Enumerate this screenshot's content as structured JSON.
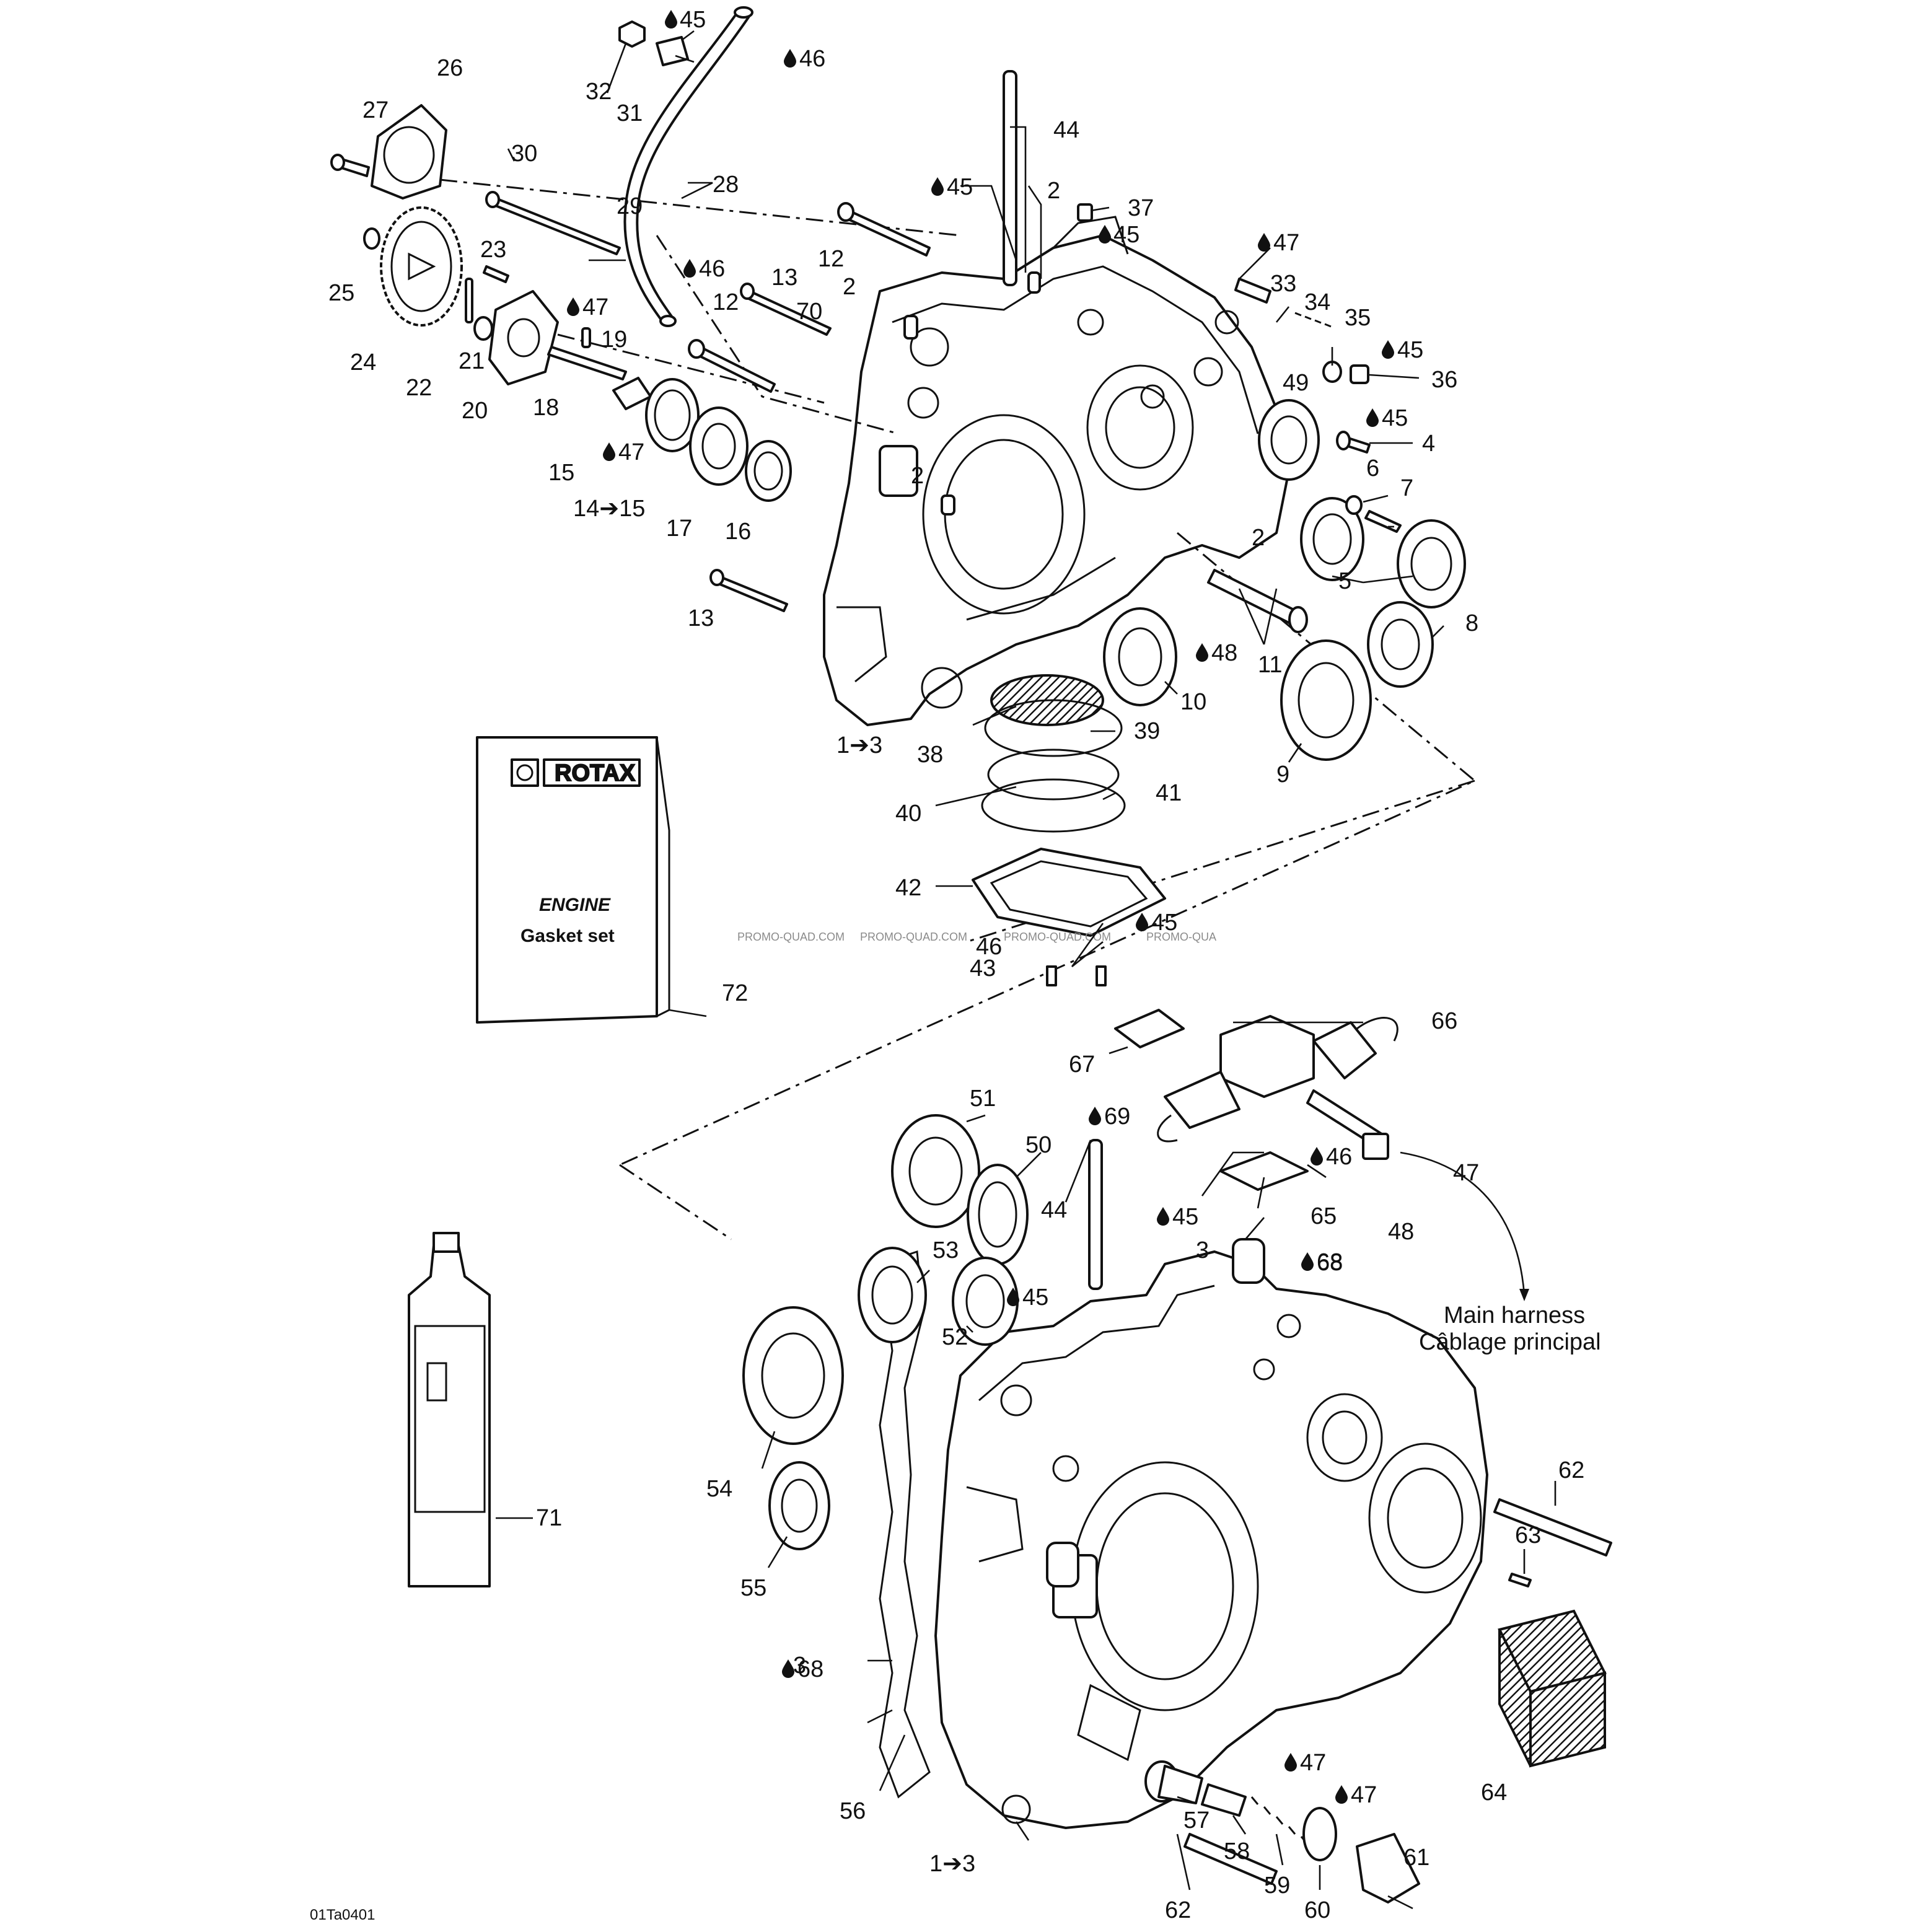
{
  "diagram": {
    "callouts": [
      "1➔3",
      "2",
      "3",
      "4",
      "5",
      "6",
      "7",
      "8",
      "9",
      "10",
      "11",
      "12",
      "13",
      "14➔15",
      "15",
      "16",
      "17",
      "18",
      "19",
      "20",
      "21",
      "22",
      "23",
      "24",
      "25",
      "26",
      "27",
      "28",
      "29",
      "30",
      "31",
      "32",
      "33",
      "34",
      "35",
      "36",
      "37",
      "38",
      "39",
      "40",
      "41",
      "42",
      "43",
      "44",
      "46",
      "47",
      "48",
      "49",
      "50",
      "51",
      "52",
      "53",
      "54",
      "55",
      "56",
      "57",
      "58",
      "59",
      "60",
      "61",
      "62",
      "63",
      "64",
      "65",
      "66",
      "67",
      "68",
      "70",
      "71",
      "72"
    ],
    "lubricant_notes": [
      "45",
      "46",
      "47",
      "48",
      "68",
      "69"
    ],
    "gasket_book": {
      "brand": "ROTAX",
      "line1": "ENGINE",
      "line2": "Gasket set"
    },
    "harness_label": {
      "line1": "Main harness",
      "line2": "Câblage principal"
    },
    "watermark": [
      "PROMO-QUAD.COM",
      "PROMO-QUAD.COM",
      "PROMO-QUAD.COM",
      "PROMO-QUA"
    ],
    "drawing_code": "01Ta0401"
  }
}
